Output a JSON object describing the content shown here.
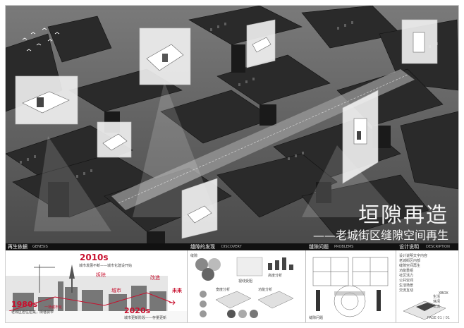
{
  "poster": {
    "title_main": "垣隙再造",
    "title_sub": "——老城街区缝隙空间再生",
    "footer": "PAGE 01 / 01"
  },
  "section_bar": {
    "s1_cn": "再生依据",
    "s1_en": "GENESIS",
    "s2_cn": "缝隙的发现",
    "s2_en": "DISCOVERY",
    "s3_cn": "缝隙问题",
    "s3_en": "PROBLEMS",
    "s4_cn": "设计说明",
    "s4_en": "DESCRIPTION"
  },
  "timeline": {
    "y1980": "1980s",
    "y2010": "2010s",
    "y2020": "2020s",
    "future": "未来",
    "tag_tuochai": "拆除",
    "tag_chengshi": "城市",
    "tag_gaizao": "改造",
    "note_1980": "老城区居住密集，街巷狭窄",
    "note_2010": "城市发展不断——城市化建设开始",
    "note_2020": "城市更新阶段——存量更新",
    "label_1980_sub": "一场城市化"
  },
  "discovery": {
    "item1": "缝隙",
    "item2": "视线受阻",
    "item3": "高度分析",
    "item4": "宽度分析",
    "item5": "功能分析"
  },
  "problems": {
    "p1": "缝隙问题"
  },
  "description": {
    "lines": [
      "设计说明文字内容",
      "老城街区内部",
      "缝隙空间再生",
      "功能重组",
      "社区活力",
      "公共空间",
      "生活场景",
      "交流互动"
    ],
    "tags": [
      "生活",
      "休闲",
      "交流",
      "XBOX"
    ]
  }
}
